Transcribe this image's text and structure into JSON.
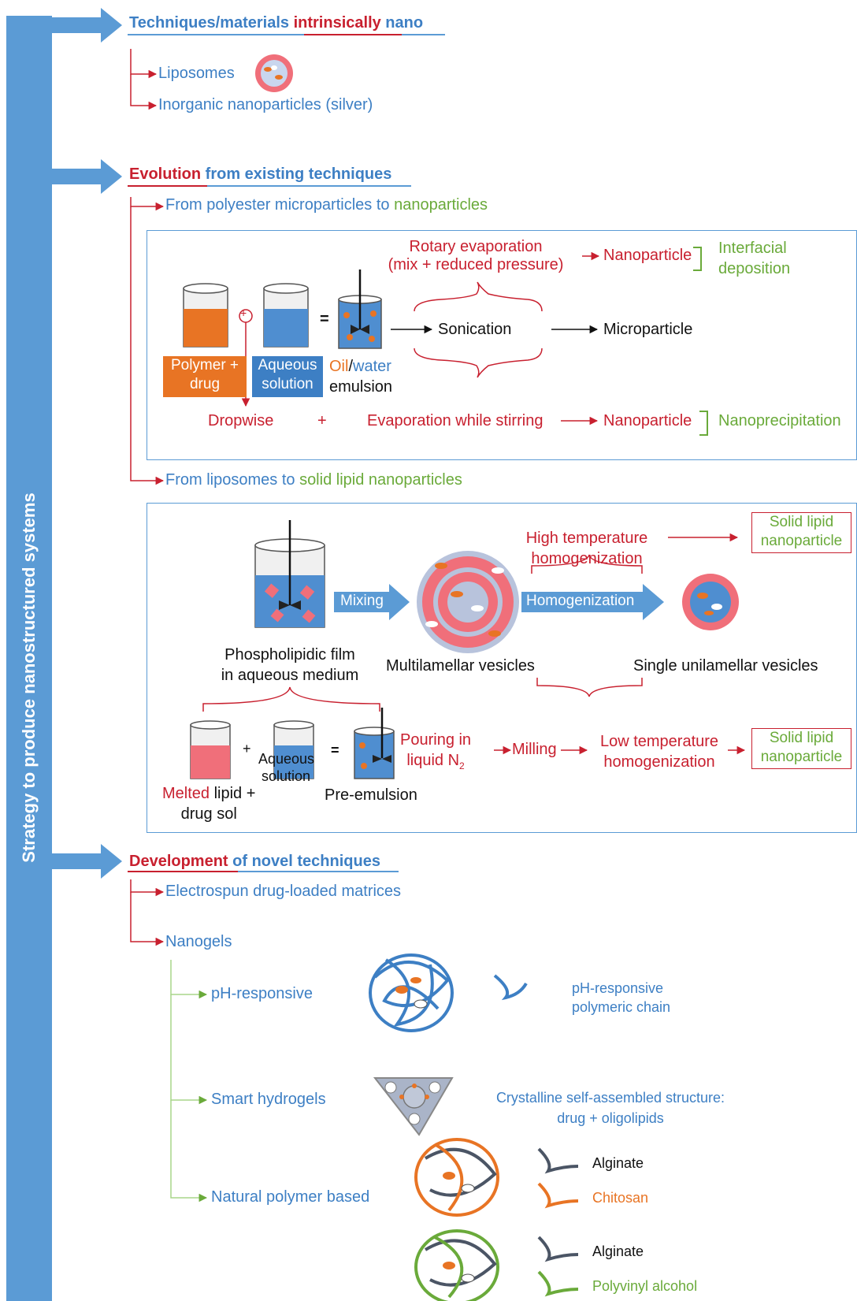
{
  "sidebar": {
    "title": "Strategy to produce nanostructured systems"
  },
  "section1": {
    "heading_part1": "Techniques/materials ",
    "heading_part2": "intrinsically",
    "heading_part3": " nano",
    "item1": "Liposomes",
    "item2": "Inorganic nanoparticles (silver)"
  },
  "section2": {
    "heading_part1": "Evolution",
    "heading_part2": " from existing techniques",
    "sub1_part1": "From polyester microparticles to ",
    "sub1_part2": "nanoparticles",
    "box1": {
      "rotary_line1": "Rotary evaporation",
      "rotary_line2": "(mix + reduced pressure)",
      "nanoparticle": "Nanoparticle",
      "interfacial_line1": "Interfacial",
      "interfacial_line2": "deposition",
      "plus_symbol": "+",
      "equals": "=",
      "sonication": "Sonication",
      "microparticle": "Microparticle",
      "polymer_line1": "Polymer +",
      "polymer_line2": "drug",
      "aqueous_line1": "Aqueous",
      "aqueous_line2": "solution",
      "oil": "Oil",
      "slash": "/",
      "water": "water",
      "emulsion": "emulsion",
      "dropwise": "Dropwise",
      "plus": "+",
      "evaporation": "Evaporation while stirring",
      "nanoparticle2": "Nanoparticle",
      "nanoprecipitation": "Nanoprecipitation"
    },
    "sub2_part1": "From liposomes to ",
    "sub2_part2": "solid lipid nanoparticles",
    "box2": {
      "high_temp_line1": "High temperature",
      "high_temp_line2": "homogenization",
      "sln1_line1": "Solid lipid",
      "sln1_line2": "nanoparticle",
      "mixing": "Mixing",
      "homogenization": "Homogenization",
      "film_line1": "Phospholipidic film",
      "film_line2": "in aqueous medium",
      "multilamellar": "Multilamellar vesicles",
      "unilamellar": "Single unilamellar vesicles",
      "plus": "+",
      "aqueous_line1": "Aqueous",
      "aqueous_line2": "solution",
      "equals": "=",
      "pouring_line1": "Pouring in",
      "pouring_line2": "liquid N",
      "pouring_sub": "2",
      "milling": "Milling",
      "low_temp_line1": "Low temperature",
      "low_temp_line2": "homogenization",
      "sln2_line1": "Solid lipid",
      "sln2_line2": "nanoparticle",
      "melted": "Melted",
      "lipid_line1": " lipid +",
      "lipid_line2": "drug sol",
      "pre_emulsion": "Pre-emulsion"
    }
  },
  "section3": {
    "heading_part1": "Development",
    "heading_part2": " of novel techniques",
    "item1": "Electrospun drug-loaded matrices",
    "item2": "Nanogels",
    "nanogels": {
      "ph": "pH-responsive",
      "ph_chain_line1": "pH-responsive",
      "ph_chain_line2": "polymeric chain",
      "smart": "Smart hydrogels",
      "crystalline_line1": "Crystalline self-assembled structure:",
      "crystalline_line2": "drug + oligolipids",
      "natural": "Natural polymer based",
      "alginate1": "Alginate",
      "chitosan": "Chitosan",
      "alginate2": "Alginate",
      "pva": "Polyvinyl alcohol"
    }
  },
  "colors": {
    "red": "#c8202f",
    "blue": "#3d7fc4",
    "green": "#6aaa3a",
    "orange": "#e87424",
    "sidebar": "#5b9bd5"
  }
}
